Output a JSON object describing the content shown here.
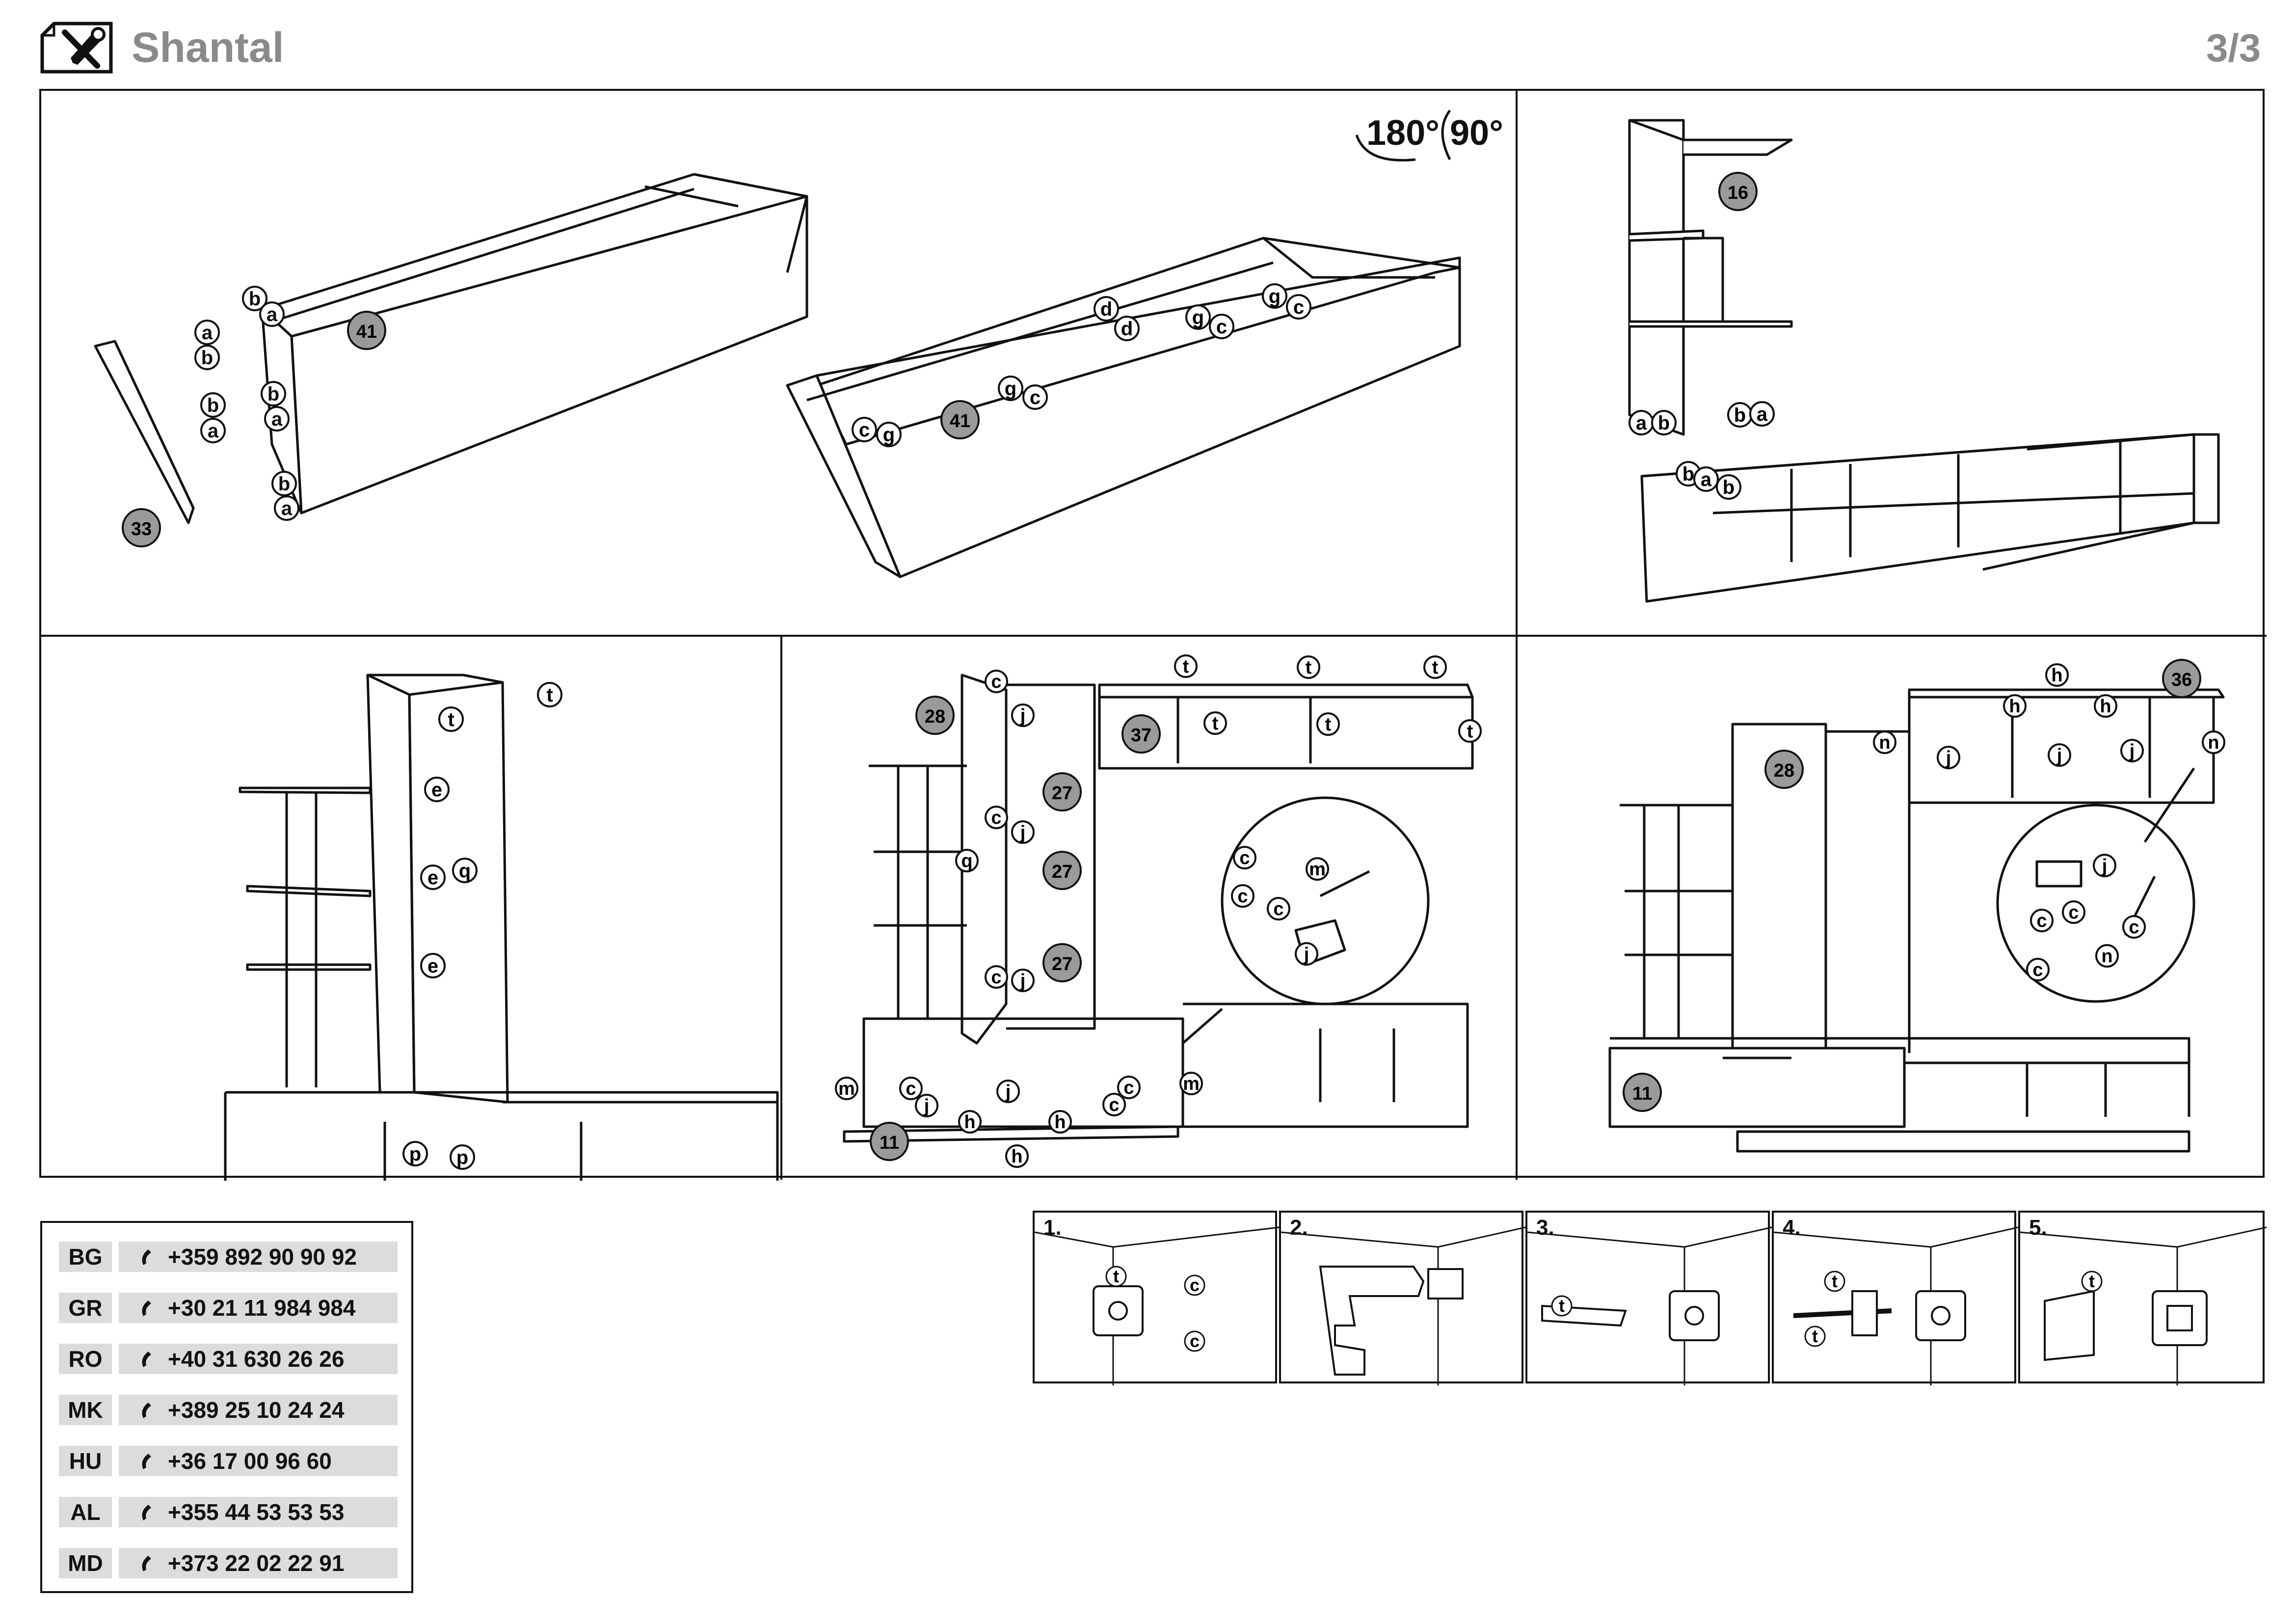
{
  "header": {
    "title": "Shantal",
    "page": "3/3",
    "logo_icon": "tools-icon"
  },
  "rotation": {
    "a": "180°",
    "b": "90°"
  },
  "panels": {
    "p1": {
      "parts": [
        "41",
        "33"
      ],
      "letters_left": [
        "b",
        "a",
        "a",
        "b",
        "b",
        "a",
        "b",
        "a",
        "b",
        "a"
      ]
    },
    "p2": {
      "parts": [
        "41"
      ],
      "letters": [
        "d",
        "d",
        "g",
        "c",
        "g",
        "c",
        "g",
        "c",
        "c",
        "g"
      ]
    },
    "p3": {
      "parts": [
        "16"
      ],
      "letters": [
        "a",
        "b",
        "b",
        "a",
        "b",
        "a",
        "b"
      ]
    },
    "p4": {
      "letters": [
        "t",
        "t",
        "e",
        "e",
        "e",
        "q",
        "p",
        "p"
      ]
    },
    "p5": {
      "parts": [
        "28",
        "37",
        "27",
        "27",
        "27",
        "11"
      ],
      "letters": [
        "t",
        "t",
        "t",
        "t",
        "t",
        "t",
        "c",
        "j",
        "c",
        "j",
        "c",
        "j",
        "q",
        "m",
        "m",
        "c",
        "j",
        "h",
        "h",
        "h",
        "j",
        "c",
        "c",
        "m",
        "c",
        "c",
        "c",
        "j"
      ]
    },
    "p6": {
      "parts": [
        "36",
        "28",
        "11"
      ],
      "letters": [
        "h",
        "h",
        "h",
        "n",
        "n",
        "j",
        "j",
        "j",
        "j",
        "c",
        "c",
        "c",
        "c",
        "n"
      ]
    }
  },
  "contacts": [
    {
      "code": "BG",
      "phone": "+359 892 90 90 92"
    },
    {
      "code": "GR",
      "phone": "+30 21 11 984 984"
    },
    {
      "code": "RO",
      "phone": "+40 31 630 26 26"
    },
    {
      "code": "MK",
      "phone": "+389 25 10 24 24"
    },
    {
      "code": "HU",
      "phone": "+36 17 00 96 60"
    },
    {
      "code": "AL",
      "phone": "+355 44 53 53 53"
    },
    {
      "code": "MD",
      "phone": "+373 22 02 22 91"
    }
  ],
  "steps": [
    {
      "label": "1.",
      "letters": [
        "t",
        "c",
        "c"
      ]
    },
    {
      "label": "2."
    },
    {
      "label": "3.",
      "letters": [
        "t"
      ]
    },
    {
      "label": "4.",
      "letters": [
        "t",
        "t"
      ]
    },
    {
      "label": "5.",
      "letters": [
        "t"
      ]
    }
  ],
  "icons": {
    "phone": "phone-icon"
  }
}
